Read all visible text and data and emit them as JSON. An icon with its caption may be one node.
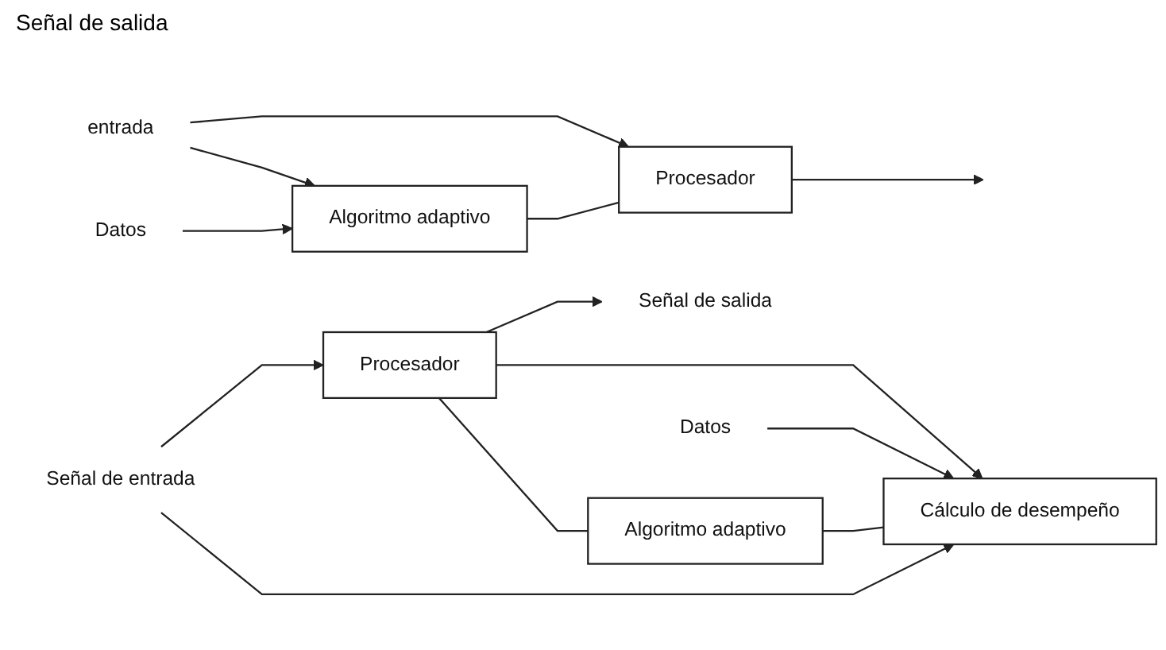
{
  "diagram": {
    "nodes": [
      {
        "text": [
          "entrada"
        ]
      },
      {
        "text": [
          "Procesador"
        ]
      },
      {
        "text": [
          "Algoritmo adaptivo"
        ]
      },
      {
        "text": [
          "Datos"
        ]
      },
      {
        "text": [
          "Señal de entrada"
        ]
      },
      {
        "text": [
          "Procesador"
        ]
      },
      {
        "text": [
          "Señal de salida"
        ]
      },
      {
        "text": [
          "Algoritmo adaptivo"
        ]
      },
      {
        "text": [
          "Cálculo de desempeño"
        ]
      },
      {
        "text": [
          "Datos"
        ]
      }
    ],
    "edges": [
      {
        "from": 0,
        "to": 1,
        "arrow": "to"
      },
      {
        "from": 0,
        "to": 2,
        "arrow": "to"
      },
      {
        "from": 1,
        "to": null,
        "arrow": "to"
      },
      {
        "from": 2,
        "to": 1,
        "arrow": "none"
      },
      {
        "from": 3,
        "to": 2,
        "arrow": "to"
      },
      {
        "from": 4,
        "to": 5,
        "arrow": "to"
      },
      {
        "from": 4,
        "to": 8,
        "arrow": "to"
      },
      {
        "from": 5,
        "to": 6,
        "arrow": "to"
      },
      {
        "from": 5,
        "to": 8,
        "arrow": "to"
      },
      {
        "from": 5,
        "to": 7,
        "arrow": "none"
      },
      {
        "from": 7,
        "to": 8,
        "arrow": "none"
      },
      {
        "from": 9,
        "to": 8,
        "arrow": "to"
      }
    ],
    "labels": [
      "Señal de salida"
    ]
  }
}
